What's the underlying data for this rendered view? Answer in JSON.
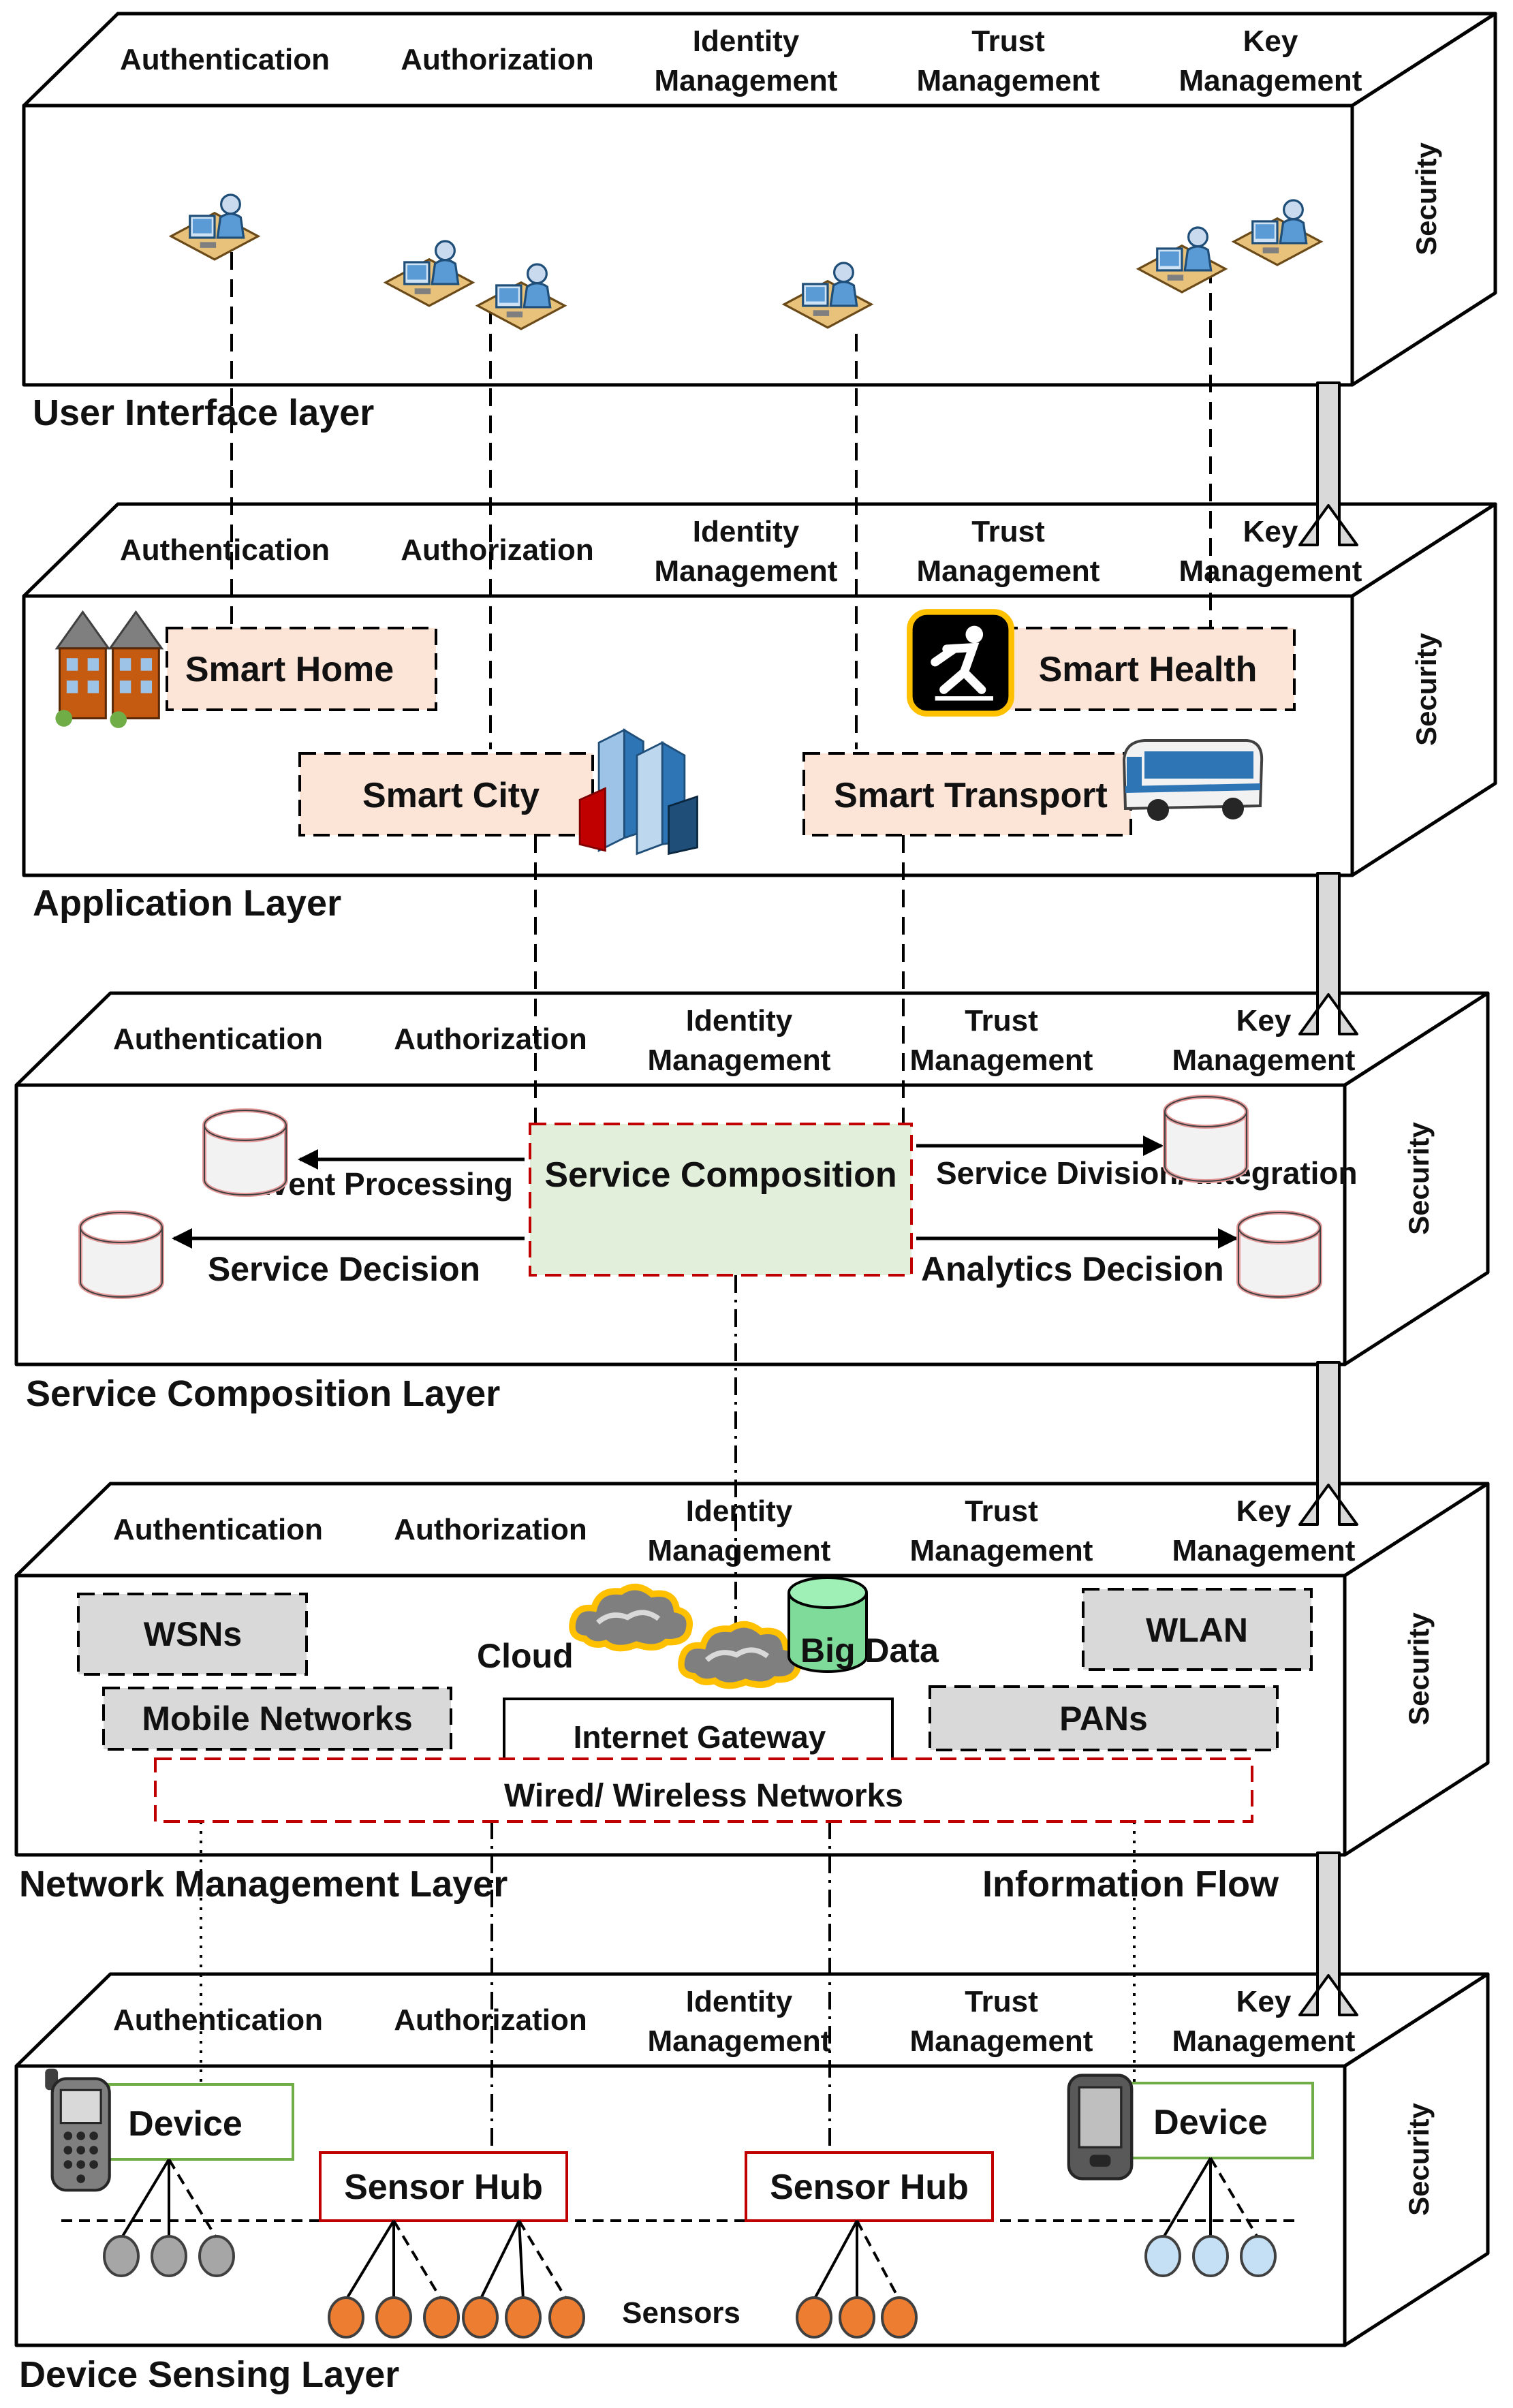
{
  "security_topics": [
    "Authentication",
    "Authorization",
    "Identity Management",
    "Trust Management",
    "Key Management"
  ],
  "security_label": "Security",
  "layers": {
    "user_interface": {
      "name": "User Interface layer"
    },
    "application": {
      "name": "Application Layer",
      "smart_home": "Smart Home",
      "smart_health": "Smart Health",
      "smart_city": "Smart City",
      "smart_transport": "Smart Transport"
    },
    "service_composition": {
      "name": "Service Composition Layer",
      "service_composition": "Service Composition",
      "event_processing": "Event Processing",
      "service_decision": "Service Decision",
      "service_division": "Service Division/ Integration",
      "analytics_decision": "Analytics Decision"
    },
    "network_management": {
      "name": "Network Management Layer",
      "wsns": "WSNs",
      "mobile_networks": "Mobile Networks",
      "cloud": "Cloud",
      "big_data": "Big Data",
      "internet_gateway": "Internet Gateway",
      "wlan": "WLAN",
      "pans": "PANs",
      "wired_wireless": "Wired/ Wireless Networks"
    },
    "device_sensing": {
      "name": "Device Sensing Layer",
      "device": "Device",
      "sensor_hub": "Sensor Hub",
      "sensors": "Sensors"
    }
  },
  "information_flow": "Information Flow",
  "colors": {
    "app_fill": "#fce4d6",
    "net_fill": "#d9d9d9",
    "service_fill": "#e2efda",
    "accent_red": "#c00000",
    "device_green": "#70ad47",
    "sensor_orange": "#ed7d31",
    "sensor_gray": "#a6a6a6",
    "sensor_blue": "#c5e0f4",
    "cloud_gold": "#ffc000",
    "bigdata_green": "#7fdb9a"
  },
  "icons": [
    "user-workstation-icon",
    "houses-icon",
    "skater-icon",
    "buildings-icon",
    "bus-icon",
    "database-icon",
    "cloud-icon",
    "cylinder-icon",
    "mobile-phone-icon",
    "pda-icon",
    "sensor-icon"
  ]
}
